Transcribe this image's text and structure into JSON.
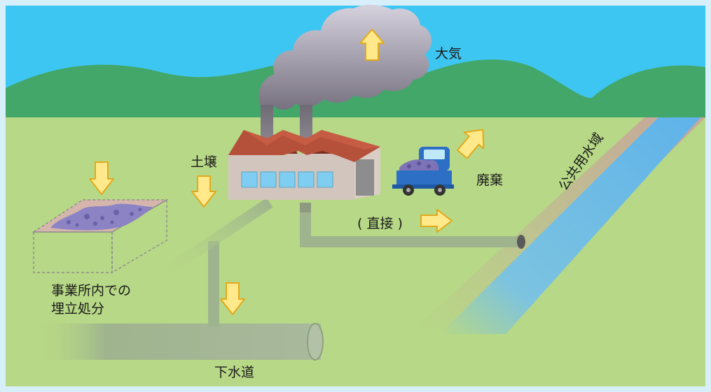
{
  "labels": {
    "atmosphere": "大気",
    "soil": "土壌",
    "waste": "廃棄",
    "direct": "( 直接 )",
    "public_water": "公共用水域",
    "landfill_line1": "事業所内での",
    "landfill_line2": "埋立処分",
    "sewer": "下水道"
  },
  "colors": {
    "sky": "#3ec6f2",
    "mountains": "#43a76a",
    "ground": "#b7d886",
    "arrow_fill": "#ffe98a",
    "arrow_stroke": "#e3a91c",
    "pipe": "#9fb48e",
    "roof": "#b5503a",
    "factory_wall": "#d2c5bd",
    "smoke": "#8a8494",
    "river": "#69b6e6",
    "truck": "#2c6fc4",
    "border": "#c8eaf8"
  }
}
